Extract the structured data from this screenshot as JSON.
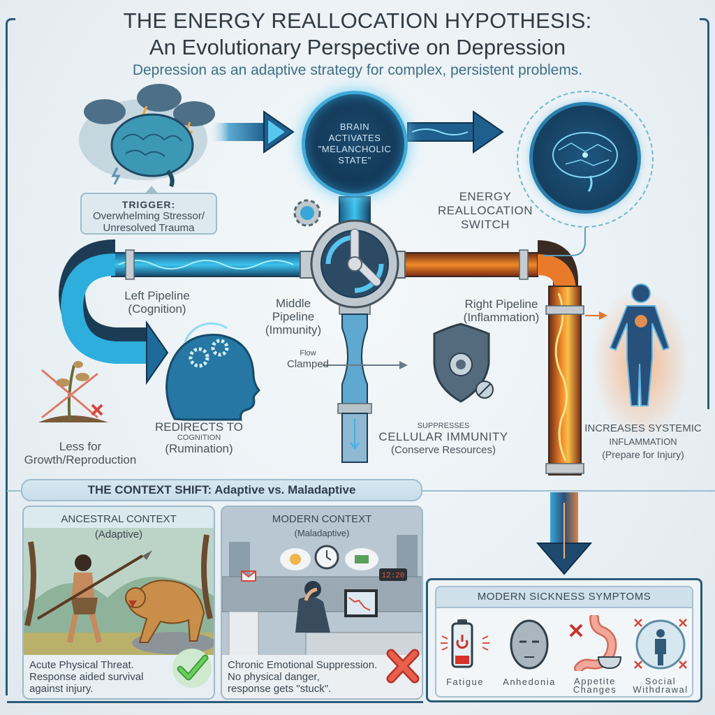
{
  "header": {
    "title_line1": "THE ENERGY REALLOCATION HYPOTHESIS:",
    "title_line2": "An Evolutionary Perspective on Depression",
    "subtitle": "Depression as an adaptive strategy for complex, persistent problems."
  },
  "trigger": {
    "title": "TRIGGER:",
    "line1": "Overwhelming Stressor/",
    "line2": "Unresolved Trauma"
  },
  "brain_state": {
    "line1": "BRAIN",
    "line2": "ACTIVATES",
    "line3": "\"MELANCHOLIC",
    "line4": "STATE\""
  },
  "switch": {
    "line1": "ENERGY",
    "line2": "REALLOCATION",
    "line3": "SWITCH"
  },
  "pipelines": {
    "left": {
      "name": "Left Pipeline",
      "sub": "(Cognition)"
    },
    "middle": {
      "line1": "Middle",
      "line2": "Pipeline",
      "sub": "(Immunity)"
    },
    "right": {
      "name": "Right Pipeline",
      "sub": "(Inflammation)"
    }
  },
  "clamp": {
    "small": "Flow",
    "large": "Clamped"
  },
  "outcomes": {
    "growth": {
      "line1": "Less for",
      "line2": "Growth/Reproduction"
    },
    "cognition": {
      "line1": "REDIRECTS TO",
      "line2": "COGNITION",
      "line3": "(Rumination)"
    },
    "immunity": {
      "line1": "SUPPRESSES",
      "line2": "CELLULAR IMMUNITY",
      "line3": "(Conserve Resources)"
    },
    "inflammation": {
      "line1": "INCREASES SYSTEMIC",
      "line2": "INFLAMMATION",
      "line3": "(Prepare for Injury)"
    }
  },
  "context": {
    "header": "THE CONTEXT SHIFT: Adaptive vs. Maladaptive",
    "ancestral": {
      "title": "ANCESTRAL CONTEXT",
      "subtitle": "(Adaptive)",
      "caption_line1": "Acute Physical Threat.",
      "caption_line2": "Response aided survival",
      "caption_line3": "against injury.",
      "status_icon": "check-icon"
    },
    "modern": {
      "title": "MODERN CONTEXT",
      "subtitle": "(Maladaptive)",
      "caption_line1": "Chronic Emotional Suppression.",
      "caption_line2": "No physical danger,",
      "caption_line3": "response gets \"stuck\".",
      "clock_display": "12:20",
      "status_icon": "x-icon"
    }
  },
  "symptoms": {
    "title": "MODERN SICKNESS SYMPTOMS",
    "items": [
      {
        "label": "Fatigue",
        "icon": "battery-low-icon"
      },
      {
        "label": "Anhedonia",
        "icon": "blank-face-icon"
      },
      {
        "label_line1": "Appetite",
        "label_line2": "Changes",
        "icon": "stomach-icon"
      },
      {
        "label_line1": "Social",
        "label_line2": "Withdrawal",
        "icon": "isolated-person-icon"
      }
    ]
  },
  "colors": {
    "frame": "#2b5b78",
    "cognition_blue": "#2fa7d8",
    "inflammation_orange": "#e8732a",
    "check_green": "#4caf50",
    "cross_red": "#e0503a"
  }
}
